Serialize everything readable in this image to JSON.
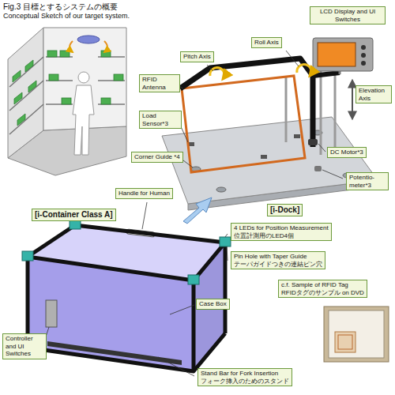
{
  "diagram": {
    "title": "Fig.3 目標とするシステムの概要",
    "nodes": [
      {
        "text": [
          "LCD Display and UI Switches"
        ]
      },
      {
        "text": [
          "Roll Axis"
        ]
      },
      {
        "text": [
          "Pitch Axis"
        ]
      },
      {
        "text": [
          "RFID Antenna"
        ]
      },
      {
        "text": [
          "Elevation Axis"
        ]
      },
      {
        "text": [
          "Load Sensor*3"
        ]
      },
      {
        "text": [
          "Corner Guide *4"
        ]
      },
      {
        "text": [
          "DC Motor*3"
        ]
      },
      {
        "text": [
          "Potentio-meter*3"
        ]
      },
      {
        "text": [
          "[i-Dock]"
        ]
      },
      {
        "text": [
          "Handle for Human"
        ]
      },
      {
        "text": [
          "[i-Container Class A]"
        ]
      },
      {
        "text": [
          "4 LEDs for Position Measurement",
          "位置計測用のLED4個"
        ]
      },
      {
        "text": [
          "Pin Hole with Taper Guide",
          "テーパガイドつきの連結ピン穴"
        ]
      },
      {
        "text": [
          "c.f. Sample of RFID Tag",
          "RFIDタグのサンプル on DVD"
        ]
      },
      {
        "text": [
          "Case Box"
        ]
      },
      {
        "text": [
          "Controller and UI Switches"
        ]
      },
      {
        "text": [
          "Stand Bar for Fork Insertion",
          "フォーク挿入のためのスタンド"
        ]
      }
    ],
    "labels": [
      "Conceptual Sketch of our target system."
    ]
  }
}
